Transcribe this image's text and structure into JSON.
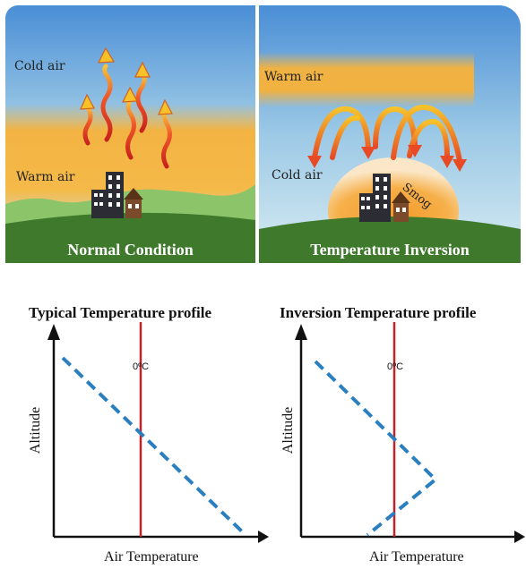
{
  "normal_panel": {
    "cold_air_label": "Cold air",
    "warm_air_label": "Warm air",
    "banner": "Normal Condition"
  },
  "inversion_panel": {
    "warm_air_label": "Warm air",
    "cold_air_label": "Cold air",
    "smog_label": "Smog",
    "banner": "Temperature Inversion"
  },
  "graphs": [
    {
      "title": "Typical Temperature profile",
      "xlabel": "Air Temperature",
      "ylabel": "Altitude",
      "zero_label": "0ºC"
    },
    {
      "title": "Inversion Temperature profile",
      "xlabel": "Air Temperature",
      "ylabel": "Altitude",
      "zero_label": "0ºC"
    }
  ],
  "colors": {
    "sky_top": "#4d8fd6",
    "warm_band": "#f7b23a",
    "ground": "#3f7a2c",
    "zero_line": "#c0222a",
    "profile_line": "#2a7fc0"
  }
}
